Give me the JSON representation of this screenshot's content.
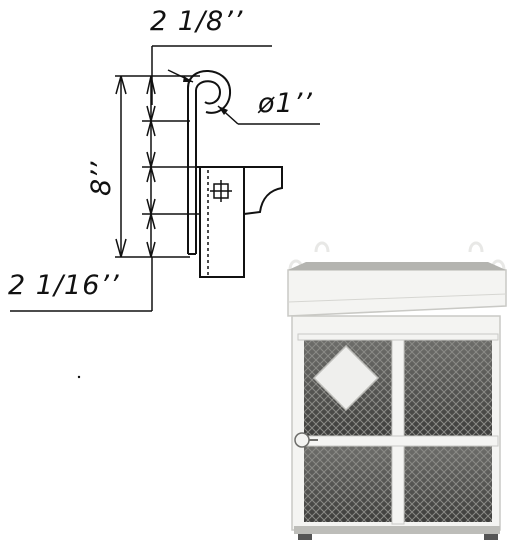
{
  "drawing": {
    "dim_width_top": "2  1/8’’",
    "dim_diameter": "ø1’’",
    "dim_height": "8’’",
    "dim_width_bottom": "2  1/16’’"
  },
  "colors": {
    "line": "#111111",
    "cabinet": "#f4f4f2",
    "cabinet_shadow": "#c9c9c5",
    "mesh": "#8a8a86",
    "background": "#ffffff"
  },
  "icons": {
    "placard": "diamond-placard",
    "latch": "door-latch-knob"
  }
}
